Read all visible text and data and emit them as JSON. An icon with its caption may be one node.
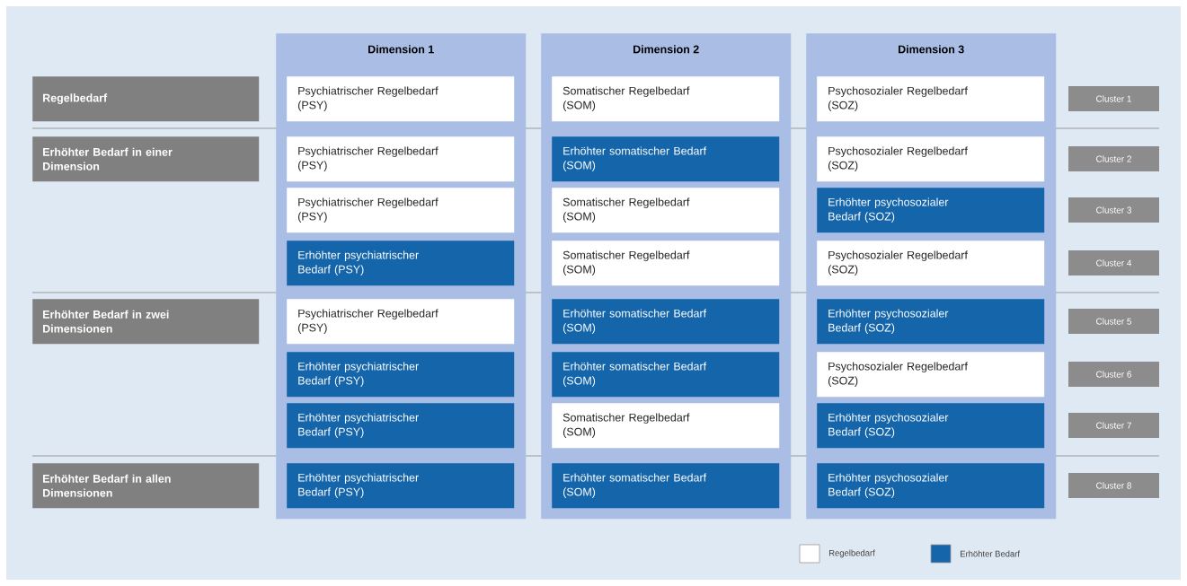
{
  "diagram": {
    "nodes": [
      {
        "text": [
          "Regelbedarf"
        ]
      },
      {
        "text": [
          "Erhöhter Bedarf in einer Dimension"
        ]
      },
      {
        "text": [
          "Erhöhter Bedarf in zwei Dimensionen"
        ]
      },
      {
        "text": [
          "Erhöhter Bedarf in allen Dimensionen"
        ]
      },
      {
        "text": [
          "Dimension 1"
        ]
      },
      {
        "text": [
          "Psychiatrischer Regelbedarf (PSY)"
        ],
        "in": 4
      },
      {
        "text": [
          "Psychiatrischer Regelbedarf (PSY)"
        ],
        "in": 4
      },
      {
        "text": [
          "Psychiatrischer Regelbedarf (PSY)"
        ],
        "in": 4
      },
      {
        "text": [
          "Erhöhter psychiatrischer Bedarf (PSY)"
        ],
        "in": 4
      },
      {
        "text": [
          "Psychiatrischer Regelbedarf (PSY)"
        ],
        "in": 4
      },
      {
        "text": [
          "Erhöhter psychiatrischer Bedarf (PSY)"
        ],
        "in": 4
      },
      {
        "text": [
          "Erhöhter psychiatrischer Bedarf (PSY)"
        ],
        "in": 4
      },
      {
        "text": [
          "Erhöhter psychiatrischer Bedarf (PSY)"
        ],
        "in": 4
      },
      {
        "text": [
          "Dimension 2"
        ]
      },
      {
        "text": [
          "Somatischer Regelbedarf (SOM)"
        ],
        "in": 13
      },
      {
        "text": [
          "Erhöhter somatischer Bedarf (SOM)"
        ],
        "in": 13
      },
      {
        "text": [
          "Somatischer Regelbedarf (SOM)"
        ],
        "in": 13
      },
      {
        "text": [
          "Somatischer Regelbedarf (SOM)"
        ],
        "in": 13
      },
      {
        "text": [
          "Erhöhter somatischer Bedarf (SOM)"
        ],
        "in": 13
      },
      {
        "text": [
          "Erhöhter somatischer Bedarf (SOM)"
        ],
        "in": 13
      },
      {
        "text": [
          "Somatischer Regelbedarf (SOM)"
        ],
        "in": 13
      },
      {
        "text": [
          "Erhöhter somatischer Bedarf (SOM)"
        ],
        "in": 13
      },
      {
        "text": [
          "Dimension 3"
        ]
      },
      {
        "text": [
          "Psychosozialer Regelbedarf (SOZ)"
        ],
        "in": 22
      },
      {
        "text": [
          "Psychosozialer Regelbedarf (SOZ)"
        ],
        "in": 22
      },
      {
        "text": [
          "Erhöhter psychosozialer Bedarf (SOZ)"
        ],
        "in": 22
      },
      {
        "text": [
          "Psychosozialer Regelbedarf (SOZ)"
        ],
        "in": 22
      },
      {
        "text": [
          "Erhöhter psychosozialer Bedarf (SOZ)"
        ],
        "in": 22
      },
      {
        "text": [
          "Psychosozialer Regelbedarf (SOZ)"
        ],
        "in": 22
      },
      {
        "text": [
          "Erhöhter psychosozialer Bedarf (SOZ)"
        ],
        "in": 22
      },
      {
        "text": [
          "Erhöhter psychosozialer Bedarf (SOZ)"
        ],
        "in": 22
      },
      {
        "text": [
          "Cluster 1"
        ]
      },
      {
        "text": [
          "Cluster 2"
        ]
      },
      {
        "text": [
          "Cluster 3"
        ]
      },
      {
        "text": [
          "Cluster 4"
        ]
      },
      {
        "text": [
          "Cluster 5"
        ]
      },
      {
        "text": [
          "Cluster 6"
        ]
      },
      {
        "text": [
          "Cluster 7"
        ]
      },
      {
        "text": [
          "Cluster 8"
        ]
      }
    ],
    "legend": [
      {
        "text": "Regelbedarf",
        "color": "#ffffff"
      },
      {
        "text": "Erhöhter Bedarf",
        "color": "#1565ab"
      }
    ]
  }
}
